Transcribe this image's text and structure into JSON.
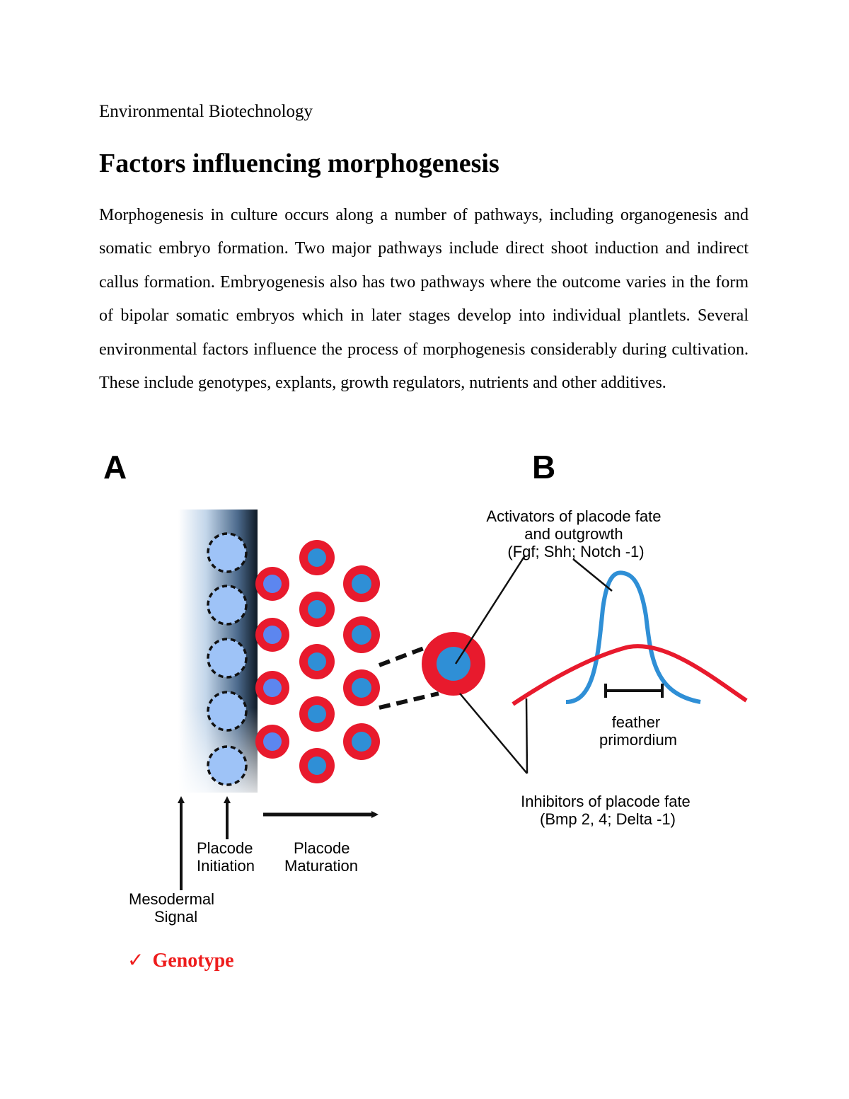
{
  "document": {
    "header": "Environmental Biotechnology",
    "title": "Factors influencing morphogenesis",
    "paragraph": "Morphogenesis in culture occurs along a number of pathways, including organogenesis and somatic embryo formation. Two major pathways include direct shoot induction and indirect callus formation. Embryogenesis also has two pathways where the outcome varies in the form of bipolar somatic embryos which in later stages develop into individual plantlets. Several environmental factors influence the process of morphogenesis considerably during cultivation. These include genotypes, explants, growth regulators, nutrients and other additives."
  },
  "figure": {
    "panel_a_label": "A",
    "panel_b_label": "B",
    "placode_initiation": [
      "Placode",
      "Initiation"
    ],
    "placode_maturation": [
      "Placode",
      "Maturation"
    ],
    "mesodermal_signal": [
      "Mesodermal",
      "Signal"
    ],
    "activators": [
      "Activators of placode fate",
      "and outgrowth",
      "(Fgf; Shh; Notch -1)"
    ],
    "feather_primordium": [
      "feather",
      "primordium"
    ],
    "inhibitors": [
      "Inhibitors of placode fate",
      "(Bmp 2, 4; Delta -1)"
    ],
    "colors": {
      "activator_curve": "#2f8fd6",
      "inhibitor_curve": "#e81a2d",
      "placode_ring": "#e81a2d",
      "placode_core": "#2f8fd6",
      "initiation_circle": "#9ec3f7"
    }
  },
  "bullet": {
    "check_icon": "✓",
    "label": "Genotype"
  }
}
